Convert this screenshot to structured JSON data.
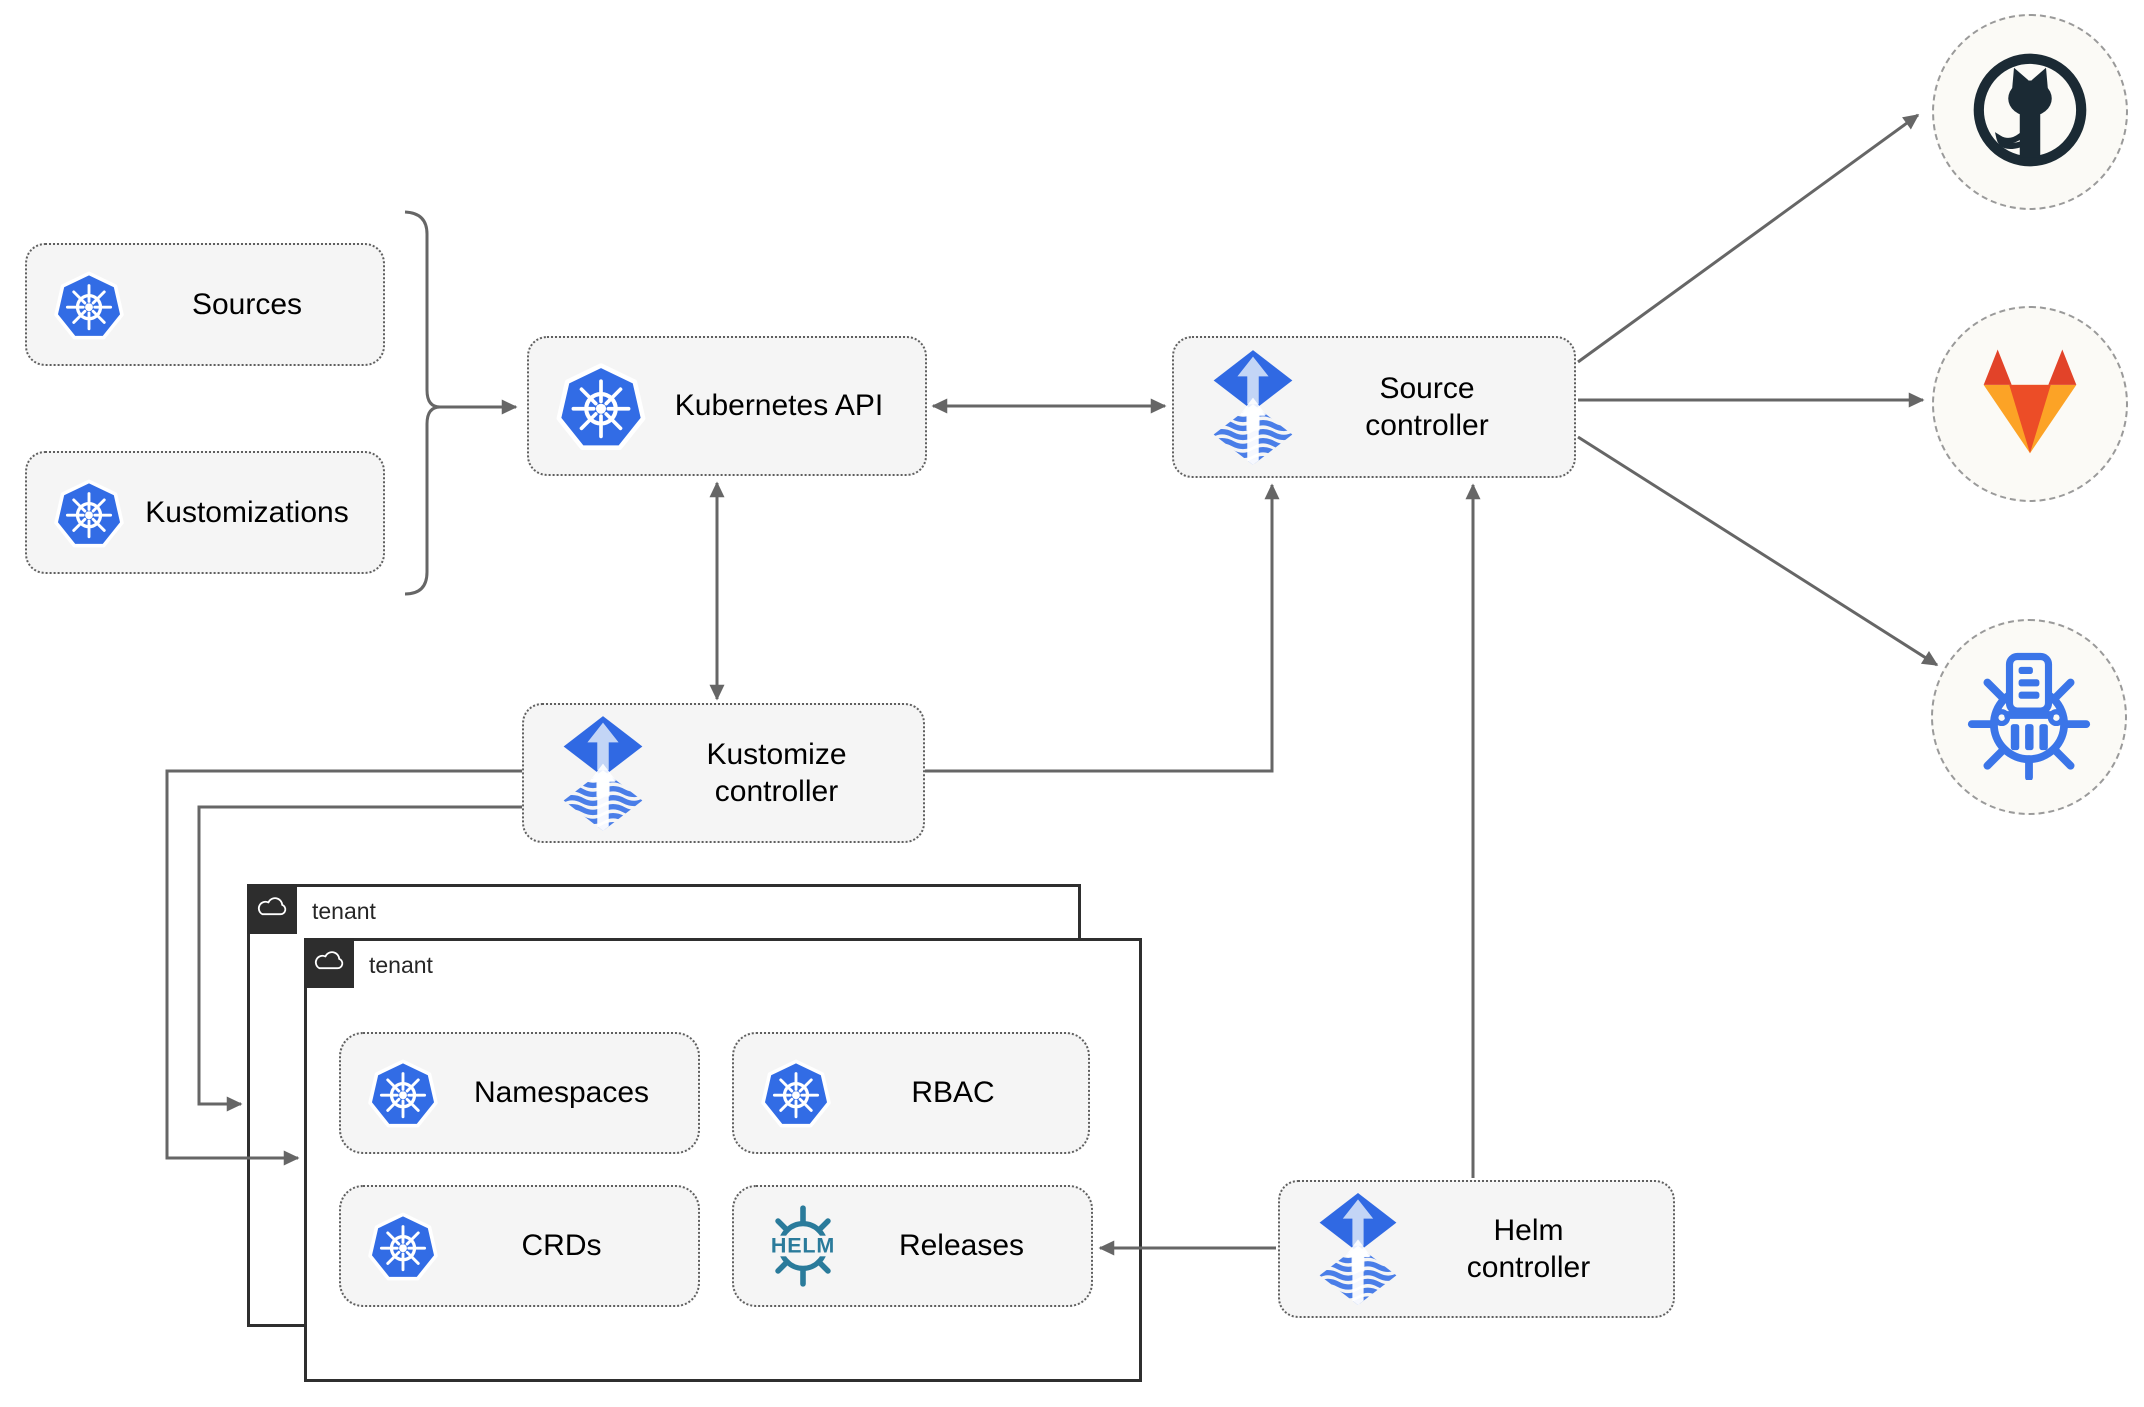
{
  "nodes": {
    "sources": {
      "label": "Sources"
    },
    "kustomizations": {
      "label": "Kustomizations"
    },
    "kubernetes_api": {
      "label": "Kubernetes API"
    },
    "source_controller": {
      "label": "Source\ncontroller"
    },
    "kustomize_controller": {
      "label": "Kustomize\ncontroller"
    },
    "helm_controller": {
      "label": "Helm\ncontroller"
    },
    "tenant_back": {
      "label": "tenant"
    },
    "tenant_front": {
      "label": "tenant"
    },
    "namespaces": {
      "label": "Namespaces"
    },
    "rbac": {
      "label": "RBAC"
    },
    "crds": {
      "label": "CRDs"
    },
    "releases": {
      "label": "Releases"
    }
  },
  "icons": {
    "helm_logo_text": "HELM",
    "kubernetes_logo": "blue heptagon with white ship wheel",
    "flux_logo": "blue diamond with up arrow over striped diamond",
    "cloud_icon": "white cloud outline on dark square",
    "github_logo": "octocat in ring",
    "gitlab_logo": "orange tanuki fox",
    "chartmuseum_logo": "ship wheel with document and museum column"
  },
  "colors": {
    "kubernetes_blue": "#326CE5",
    "flux_blue": "#3069E3",
    "flux_stripe_blue": "#4A7EE8",
    "helm_teal": "#2A7B9B",
    "github_dark": "#1B2A34",
    "gitlab_red": "#E24329",
    "gitlab_orange": "#EC4D27",
    "gitlab_yellow": "#FCA326",
    "chartmuseum_blue": "#3B75E8",
    "line_gray": "#666666",
    "node_fill": "#F5F5F5",
    "tenant_dark": "#2D2D2D"
  }
}
